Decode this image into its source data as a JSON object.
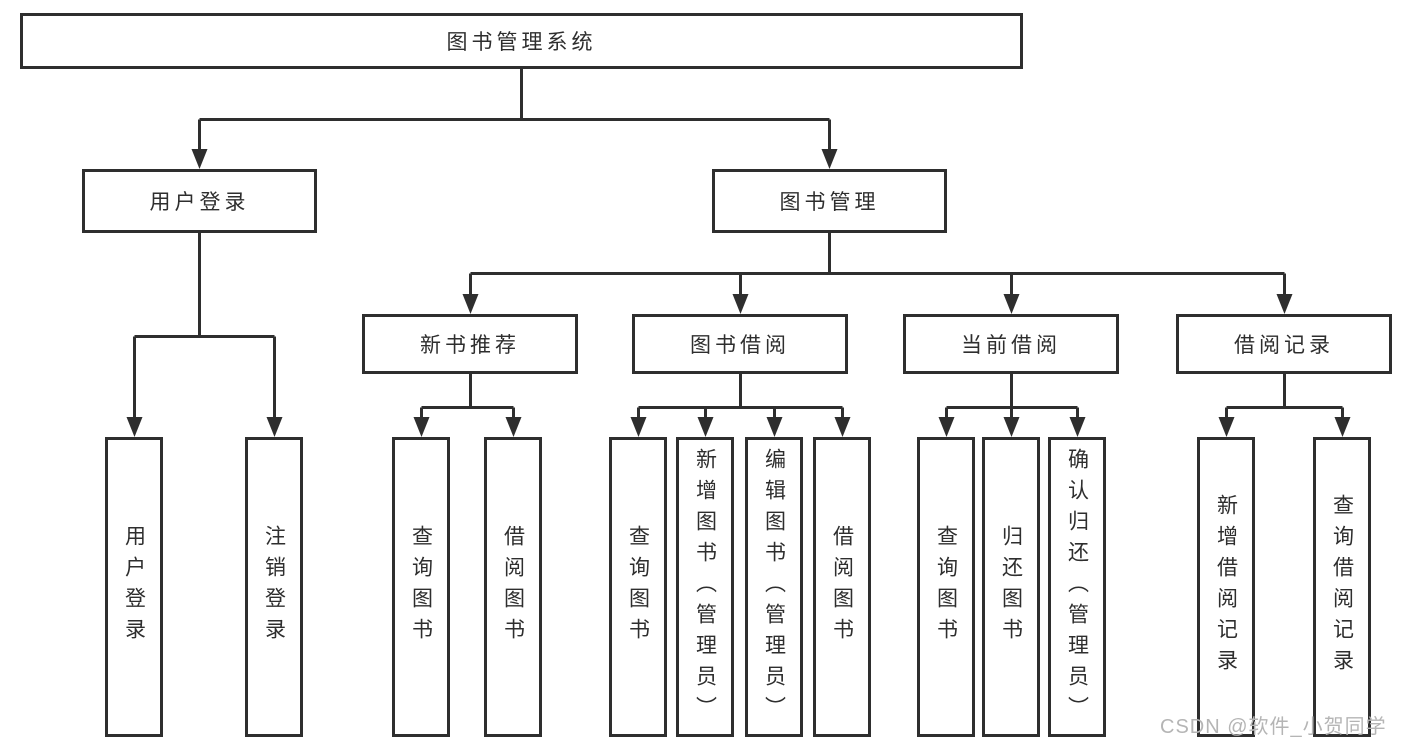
{
  "diagram": {
    "title": "图书管理系统",
    "branches": [
      {
        "label": "用户登录",
        "children": [
          {
            "label": "用户登录"
          },
          {
            "label": "注销登录"
          }
        ]
      },
      {
        "label": "图书管理",
        "children": [
          {
            "label": "新书推荐",
            "children": [
              {
                "label": "查询图书"
              },
              {
                "label": "借阅图书"
              }
            ]
          },
          {
            "label": "图书借阅",
            "children": [
              {
                "label": "查询图书"
              },
              {
                "label": "新增图书（管理员）"
              },
              {
                "label": "编辑图书（管理员）"
              },
              {
                "label": "借阅图书"
              }
            ]
          },
          {
            "label": "当前借阅",
            "children": [
              {
                "label": "查询图书"
              },
              {
                "label": "归还图书"
              },
              {
                "label": "确认归还（管理员）"
              }
            ]
          },
          {
            "label": "借阅记录",
            "children": [
              {
                "label": "新增借阅记录"
              },
              {
                "label": "查询借阅记录"
              }
            ]
          }
        ]
      }
    ]
  },
  "watermark": {
    "text": "CSDN @软件_小贺同学"
  },
  "colors": {
    "line": "#2e2e2e",
    "text": "#2e2e2e",
    "watermark": "#b5b5b5",
    "background": "#ffffff"
  }
}
